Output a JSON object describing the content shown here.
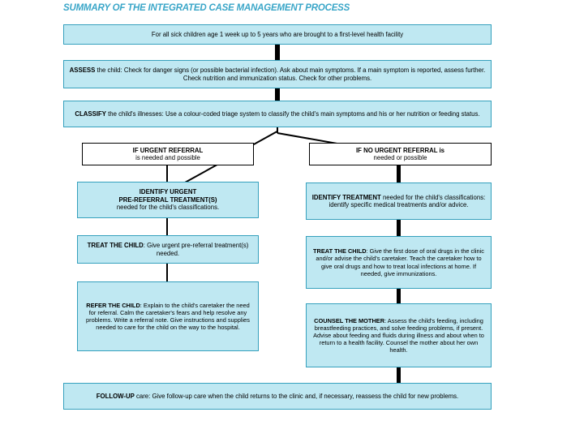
{
  "title": "SUMMARY OF THE INTEGRATED CASE MANAGEMENT PROCESS",
  "accent_color": "#3aa6c8",
  "box_fill_color": "#bfe8f2",
  "box_border_color": "#35a0bd",
  "connector_color": "#000000",
  "nodes": {
    "entry": {
      "text": "For all sick children age 1 week up to 5 years who are brought to a first-level health facility"
    },
    "assess": {
      "heading": "ASSESS",
      "text": " the child: Check for danger signs (or possible bacterial infection). Ask about main symptoms. If a main symptom is reported, assess further. Check nutrition and immunization status. Check for other problems."
    },
    "classify": {
      "heading": "CLASSIFY",
      "text": " the child's illnesses: Use a colour-coded triage system to classify the child's main symptoms and his or her nutrition or feeding status."
    },
    "branch_left": {
      "line1": "IF URGENT REFERRAL",
      "line2": "is needed and possible"
    },
    "branch_right": {
      "line1": "IF NO URGENT REFERRAL is",
      "line2": "needed or possible"
    },
    "left_1": {
      "line1": "IDENTIFY URGENT",
      "line2": "PRE-REFERRAL TREATMENT(S)",
      "line3": "needed for the child's classifications."
    },
    "left_2": {
      "heading": "TREAT THE CHILD",
      "text": ": Give urgent pre-referral treatment(s) needed."
    },
    "left_3": {
      "heading": "REFER THE CHILD",
      "text": ": Explain to the child's caretaker the need for referral. Calm the caretaker's fears and help resolve any problems. Write a referral note. Give instructions and supplies needed to care for the child on the way to the hospital."
    },
    "right_1": {
      "heading": "IDENTIFY TREATMENT",
      "text": " needed for the child's classifications: identify specific medical treatments and/or advice."
    },
    "right_2": {
      "heading": "TREAT THE CHILD",
      "text": ": Give the first dose of oral drugs in the clinic and/or advise the child's caretaker. Teach the caretaker how to give oral drugs and how to treat local infections at home. If needed, give immunizations."
    },
    "right_3": {
      "heading": "COUNSEL THE MOTHER",
      "text": ": Assess the child's feeding, including breastfeeding practices, and solve feeding problems, if present. Advise about feeding and fluids during illness and about when to return to a health facility. Counsel the mother about her own health."
    },
    "followup": {
      "heading": "FOLLOW-UP",
      "text": " care: Give follow-up care when the child returns to the clinic and, if necessary, reassess the child for new problems."
    }
  }
}
